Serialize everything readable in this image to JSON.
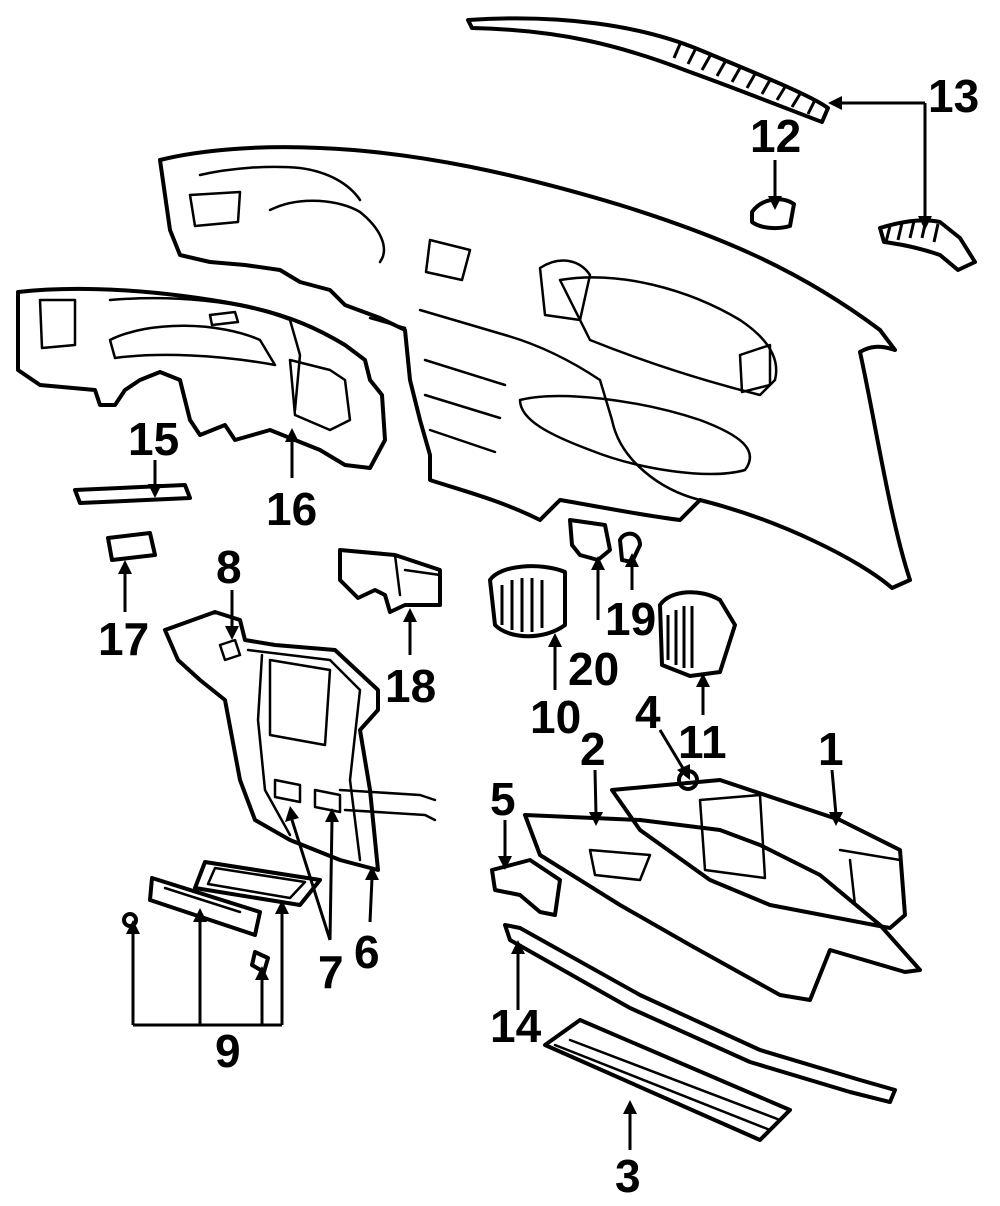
{
  "callouts": {
    "c1": "1",
    "c2": "2",
    "c3": "3",
    "c4": "4",
    "c5": "5",
    "c6": "6",
    "c7": "7",
    "c8": "8",
    "c9": "9",
    "c10": "10",
    "c11": "11",
    "c12": "12",
    "c13": "13",
    "c14": "14",
    "c15": "15",
    "c16": "16",
    "c17": "17",
    "c18": "18",
    "c19": "19",
    "c20": "20"
  },
  "colors": {
    "line": "#000000",
    "background": "#ffffff"
  }
}
